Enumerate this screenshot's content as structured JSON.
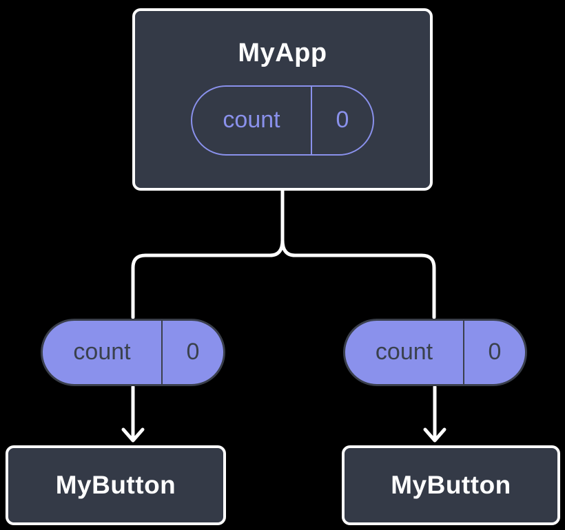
{
  "diagram": {
    "description": "Component tree with shared state lifted to parent",
    "background_color": "#000000",
    "palette": {
      "node_background": "#343a47",
      "node_border": "#ffffff",
      "accent_purple": "#8a91ec",
      "pill_dark_text": "#3a414d",
      "connector": "#ffffff",
      "title_text": "#ffffff"
    },
    "tree": {
      "root": {
        "label": "MyApp",
        "state_pill": {
          "name": "count",
          "value": "0"
        }
      },
      "children": [
        {
          "prop_pill": {
            "name": "count",
            "value": "0"
          },
          "label": "MyButton"
        },
        {
          "prop_pill": {
            "name": "count",
            "value": "0"
          },
          "label": "MyButton"
        }
      ]
    }
  }
}
